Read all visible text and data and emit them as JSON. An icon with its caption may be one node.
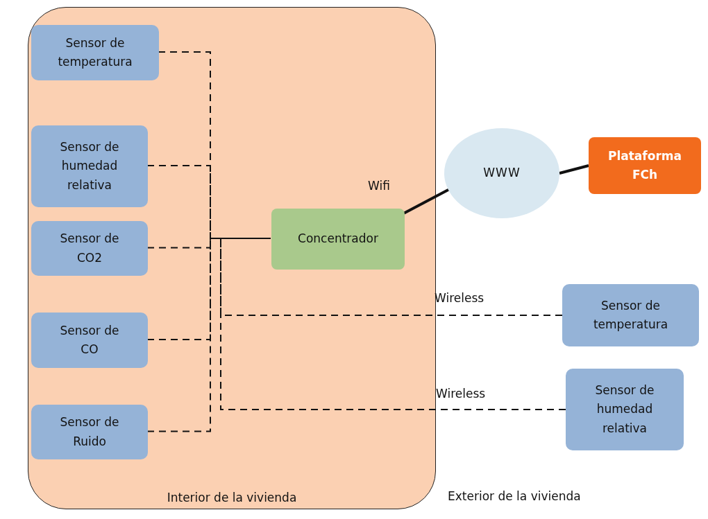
{
  "diagram": {
    "nodes": [
      {
        "text": [
          "Interior de la vivienda"
        ]
      },
      {
        "text": [
          "Sensor de temperatura"
        ],
        "in": 0
      },
      {
        "text": [
          "Sensor de humedad relativa"
        ],
        "in": 0
      },
      {
        "text": [
          "Sensor de CO2"
        ],
        "in": 0
      },
      {
        "text": [
          "Sensor de CO"
        ],
        "in": 0
      },
      {
        "text": [
          "Sensor de Ruido"
        ],
        "in": 0
      },
      {
        "text": [
          "Concentrador"
        ],
        "in": 0
      },
      {
        "text": [
          "WWW"
        ]
      },
      {
        "text": [
          "Plataforma FCh"
        ]
      },
      {
        "text": [
          "Sensor de temperatura"
        ]
      },
      {
        "text": [
          "Sensor de humedad relativa"
        ]
      }
    ],
    "edges": [
      {
        "from": 1,
        "to": 6,
        "arrow": "none",
        "style": "dashed"
      },
      {
        "from": 2,
        "to": 6,
        "arrow": "none",
        "style": "dashed"
      },
      {
        "from": 3,
        "to": 6,
        "arrow": "none",
        "style": "dashed"
      },
      {
        "from": 4,
        "to": 6,
        "arrow": "none",
        "style": "dashed"
      },
      {
        "from": 5,
        "to": 6,
        "arrow": "none",
        "style": "dashed"
      },
      {
        "from": 6,
        "to": 7,
        "arrow": "none",
        "label": "Wifi",
        "style": "thick"
      },
      {
        "from": 7,
        "to": 8,
        "arrow": "none",
        "style": "thick"
      },
      {
        "from": 9,
        "to": 6,
        "arrow": "none",
        "label": "Wireless",
        "style": "dashed"
      },
      {
        "from": 10,
        "to": 6,
        "arrow": "none",
        "label": "Wireless",
        "style": "dashed"
      }
    ],
    "labels": [
      "Exterior de la vivienda"
    ]
  }
}
